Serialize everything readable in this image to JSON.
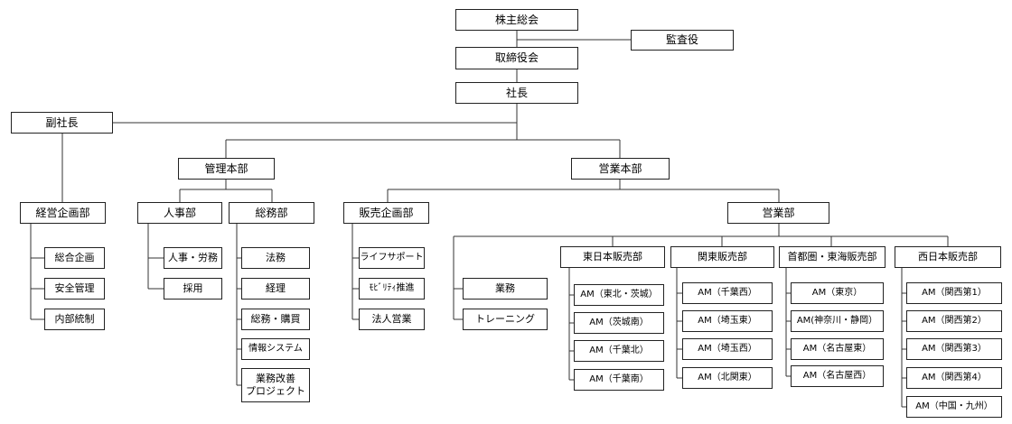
{
  "org": {
    "shareholders": "株主総会",
    "auditor": "監査役",
    "board": "取締役会",
    "president": "社長",
    "vice_president": "副社長",
    "management_hq": "管理本部",
    "sales_hq": "営業本部",
    "corp_planning": {
      "name": "経営企画部",
      "children": [
        "総合企画",
        "安全管理",
        "内部統制"
      ]
    },
    "hr": {
      "name": "人事部",
      "children": [
        "人事・労務",
        "採用"
      ]
    },
    "general_affairs": {
      "name": "総務部",
      "children": [
        "法務",
        "経理",
        "総務・購買",
        "情報システム",
        "業務改善\nプロジェクト"
      ]
    },
    "sales_planning": {
      "name": "販売企画部",
      "children": [
        "ライフサポート",
        "ﾓﾋﾞﾘﾃｨ推進",
        "法人営業"
      ]
    },
    "sales_dept": {
      "name": "営業部",
      "direct": [
        "業務",
        "トレーニング"
      ],
      "east_japan": {
        "name": "東日本販売部",
        "children": [
          "AM（東北・茨城）",
          "AM（茨城南）",
          "AM（千葉北）",
          "AM（千葉南）"
        ]
      },
      "kanto": {
        "name": "関東販売部",
        "children": [
          "AM（千葉西）",
          "AM（埼玉東）",
          "AM（埼玉西）",
          "AM（北関東）"
        ]
      },
      "metro_tokai": {
        "name": "首都圏・東海販売部",
        "children": [
          "AM（東京）",
          "AM(神奈川・静岡）",
          "AM（名古屋東）",
          "AM（名古屋西）"
        ]
      },
      "west_japan": {
        "name": "西日本販売部",
        "children": [
          "AM（関西第1）",
          "AM（関西第2）",
          "AM（関西第3）",
          "AM（関西第4）",
          "AM（中国・九州）"
        ]
      }
    }
  }
}
